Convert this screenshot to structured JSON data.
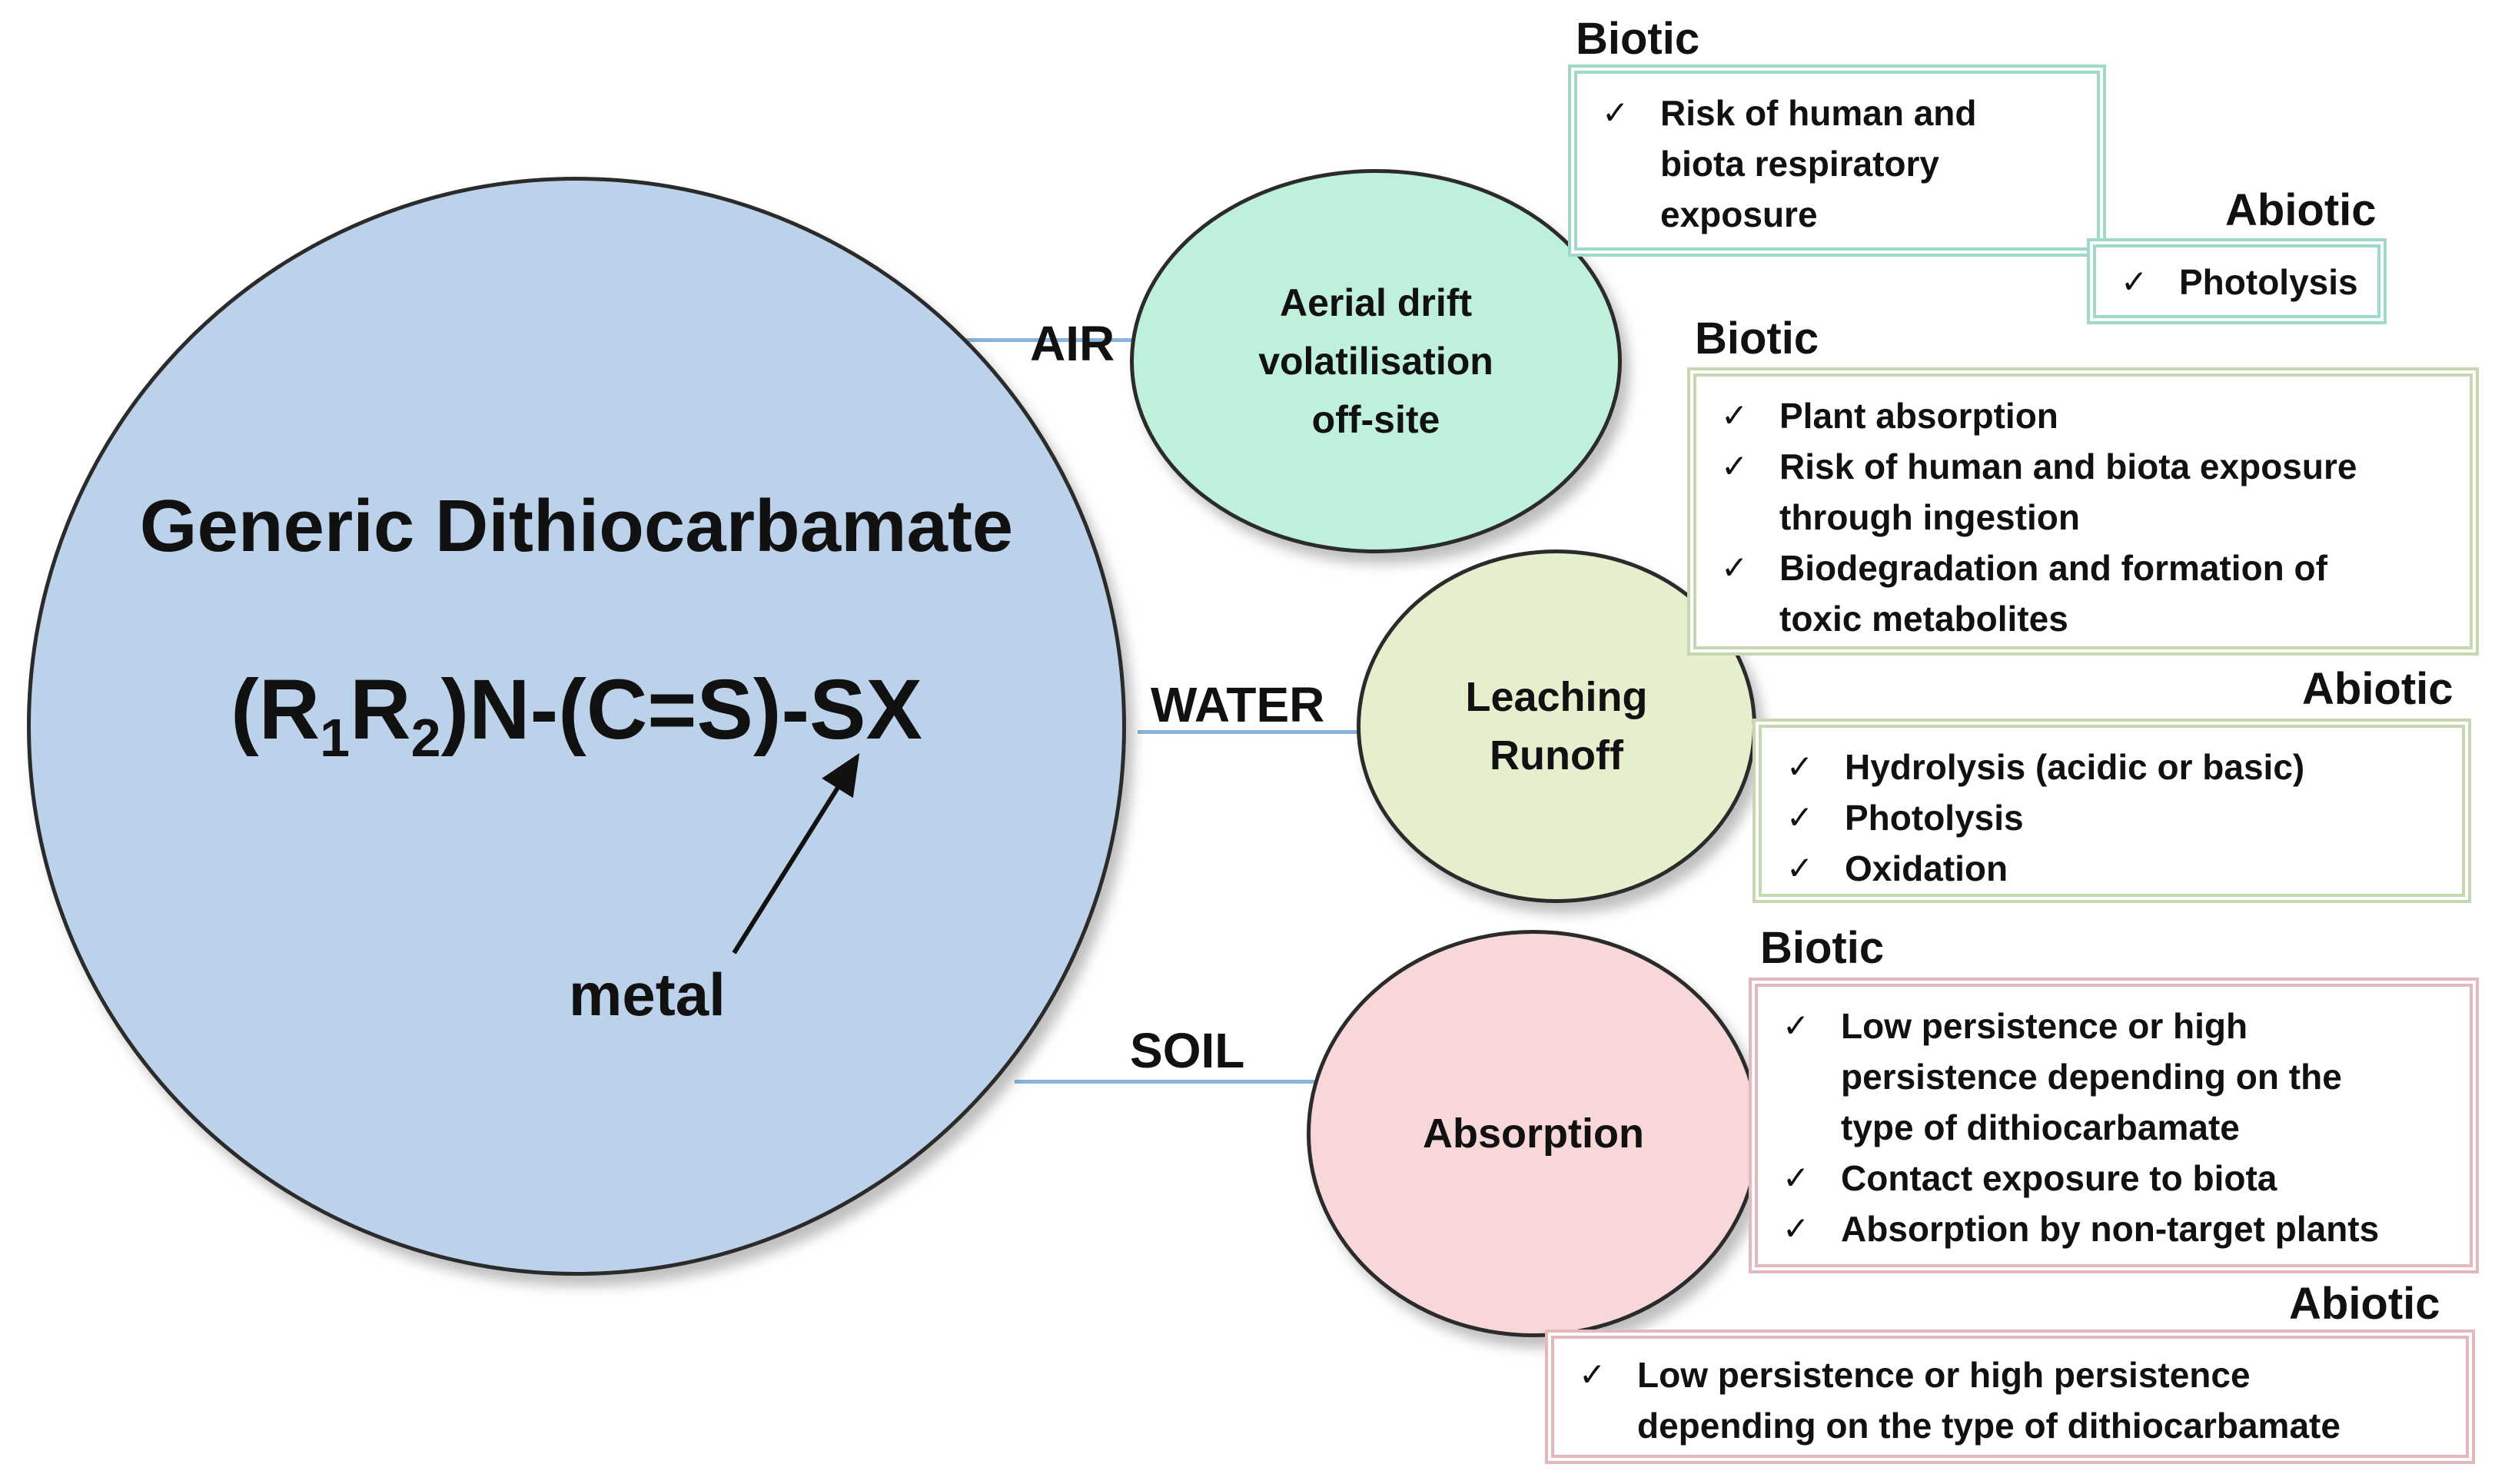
{
  "compound": {
    "title": "Generic Dithiocarbamate",
    "formula_parts": [
      "(R",
      "1",
      "R",
      "2",
      ")N-(C=S)-SX"
    ],
    "arrow_label": "metal"
  },
  "colors": {
    "compound_fill": "#bcd2ea",
    "air_fill": "#bff0dc",
    "water_fill": "#e5efcd",
    "soil_fill": "#f8d7d9",
    "connector": "#8ab4da",
    "air_border": "#9ed9c9",
    "water_border": "#c6d8b0",
    "soil_border": "#e3b7bc"
  },
  "routes": {
    "air": {
      "label": "AIR",
      "process": [
        "Aerial drift",
        "volatilisation",
        "off-site"
      ],
      "biotic": {
        "label": "Biotic",
        "items": [
          "Risk of human and\nbiota respiratory\nexposure"
        ]
      },
      "abiotic": {
        "label": "Abiotic",
        "items": [
          "Photolysis"
        ]
      }
    },
    "water": {
      "label": "WATER",
      "process": [
        "Leaching",
        "Runoff"
      ],
      "biotic": {
        "label": "Biotic",
        "items": [
          "Plant absorption",
          "Risk of human and biota exposure\nthrough ingestion",
          "Biodegradation and formation of\ntoxic metabolites"
        ]
      },
      "abiotic": {
        "label": "Abiotic",
        "items": [
          "Hydrolysis (acidic or basic)",
          "Photolysis",
          "Oxidation"
        ]
      }
    },
    "soil": {
      "label": "SOIL",
      "process": [
        "Absorption"
      ],
      "biotic": {
        "label": "Biotic",
        "items": [
          "Low persistence or high\npersistence depending on the\ntype of dithiocarbamate",
          "Contact exposure to biota",
          "Absorption by non-target plants"
        ]
      },
      "abiotic": {
        "label": "Abiotic",
        "items": [
          "Low persistence or high persistence\ndepending on the type of dithiocarbamate"
        ]
      }
    }
  }
}
